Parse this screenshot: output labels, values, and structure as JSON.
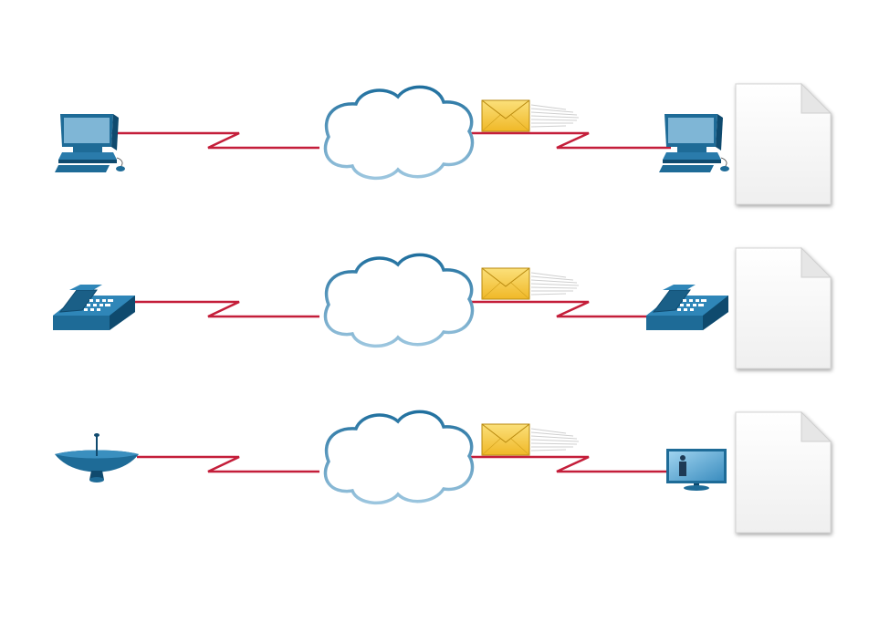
{
  "diagram": {
    "rows": [
      {
        "id": "data",
        "source_icon": "computer-icon",
        "destination_icon": "computer-icon",
        "network_icon": "cloud-icon",
        "message_icon": "envelope-icon",
        "document_icon": "document-icon"
      },
      {
        "id": "voice",
        "source_icon": "telephone-icon",
        "destination_icon": "telephone-icon",
        "network_icon": "cloud-icon",
        "message_icon": "envelope-icon",
        "document_icon": "document-icon"
      },
      {
        "id": "video",
        "source_icon": "satellite-dish-icon",
        "destination_icon": "television-icon",
        "network_icon": "cloud-icon",
        "message_icon": "envelope-icon",
        "document_icon": "document-icon"
      }
    ],
    "colors": {
      "link": "#c41e3a",
      "device": "#1e6b97",
      "device_dark": "#0f4a6e",
      "cloud_stroke": "#2e7fad",
      "envelope": "#f4c93c",
      "document": "#f7f7f7"
    }
  }
}
